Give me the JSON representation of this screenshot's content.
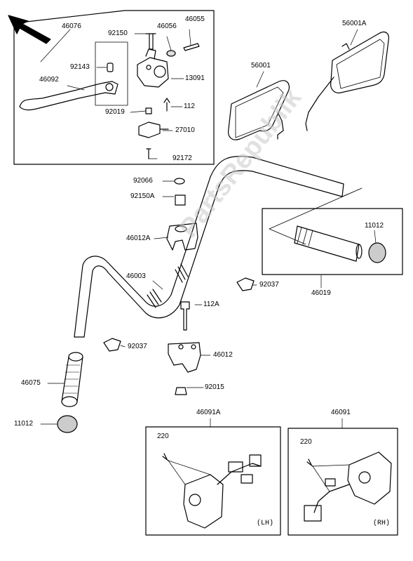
{
  "watermark": "PartsRepublik",
  "parts": {
    "p46076": "46076",
    "p92150": "92150",
    "p46056": "46056",
    "p46055": "46055",
    "p92143": "92143",
    "p46092": "46092",
    "p13091": "13091",
    "p92019": "92019",
    "p112": "112",
    "p27010": "27010",
    "p92172": "92172",
    "p56001": "56001",
    "p56001A": "56001A",
    "p92066": "92066",
    "p92150A": "92150A",
    "p46012A": "46012A",
    "p11012a": "11012",
    "p46003": "46003",
    "p92037a": "92037",
    "p46019": "46019",
    "p112A": "112A",
    "p92037b": "92037",
    "p46012": "46012",
    "p46075": "46075",
    "p92015": "92015",
    "p11012b": "11012",
    "p46091A": "46091A",
    "p46091": "46091",
    "p220a": "220",
    "p220b": "220"
  },
  "sides": {
    "left": "(LH)",
    "right": "(RH)"
  }
}
